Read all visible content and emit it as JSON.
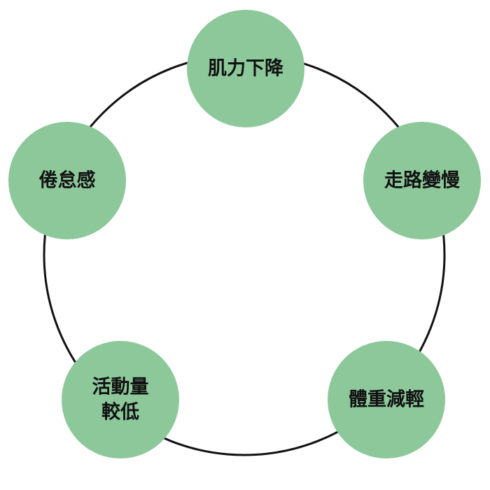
{
  "colors": {
    "node_fill": "#8dc89a",
    "ring_stroke": "#111111",
    "text": "#111111",
    "background": "#ffffff"
  },
  "cycle": {
    "nodes": [
      {
        "id": "muscle",
        "lines": [
          "肌力下降"
        ]
      },
      {
        "id": "walking",
        "lines": [
          "走路變慢"
        ]
      },
      {
        "id": "weight",
        "lines": [
          "體重減輕"
        ]
      },
      {
        "id": "activity",
        "lines": [
          "活動量",
          "較低"
        ]
      },
      {
        "id": "fatigue",
        "lines": [
          "倦怠感"
        ]
      }
    ]
  }
}
